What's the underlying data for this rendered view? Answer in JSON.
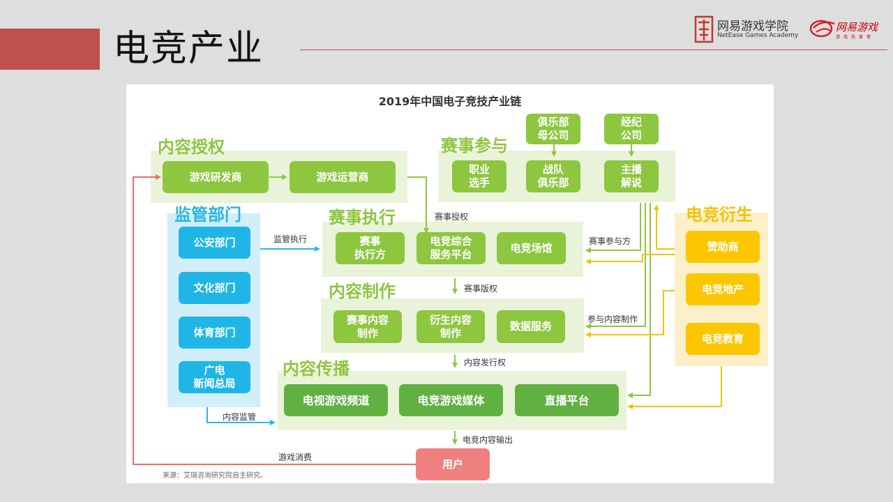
{
  "slide": {
    "title": "电竞产业"
  },
  "logos": {
    "academy_cn": "网易游戏学院",
    "academy_en": "NetEase Games Academy",
    "netease_cn": "网易游戏",
    "netease_sub": "游戏热爱者"
  },
  "diagram": {
    "title": "2019年中国电子竞技产业链",
    "source": "来源：艾瑞咨询研究院自主研究。",
    "sections": {
      "content_license": {
        "title": "内容授权",
        "items": [
          "游戏研发商",
          "游戏运营商"
        ]
      },
      "participation": {
        "title": "赛事参与",
        "items": [
          "职业\n选手",
          "战队\n俱乐部",
          "主播\n解说"
        ],
        "top_items": [
          "俱乐部\n母公司",
          "经纪\n公司"
        ]
      },
      "regulation": {
        "title": "监管部门",
        "items": [
          "公安部门",
          "文化部门",
          "体育部门",
          "广电\n新闻总局"
        ]
      },
      "execution": {
        "title": "赛事执行",
        "items": [
          "赛事\n执行方",
          "电竞综合\n服务平台",
          "电竞场馆"
        ]
      },
      "production": {
        "title": "内容制作",
        "items": [
          "赛事内容\n制作",
          "衍生内容\n制作",
          "数据服务"
        ]
      },
      "distribution": {
        "title": "内容传播",
        "items": [
          "电视游戏频道",
          "电竞游戏媒体",
          "直播平台"
        ]
      },
      "derivatives": {
        "title": "电竞衍生",
        "items": [
          "赞助商",
          "电竞地产",
          "电竞教育"
        ]
      },
      "user": {
        "label": "用户"
      }
    },
    "flow_labels": {
      "event_license": "赛事授权",
      "supervision_execution": "监管执行",
      "event_participants": "赛事参与方",
      "event_copyright": "赛事版权",
      "content_participation": "参与内容制作",
      "distribution_rights": "内容发行权",
      "content_supervision": "内容监管",
      "esports_output": "电竞内容输出",
      "game_consumption": "游戏消费"
    },
    "colors": {
      "light_green": "#8dc63f",
      "dark_green": "#61b042",
      "blue": "#1fb6e7",
      "yellow": "#fdc700",
      "pink": "#f08080",
      "accent_red": "#c0504d"
    }
  }
}
